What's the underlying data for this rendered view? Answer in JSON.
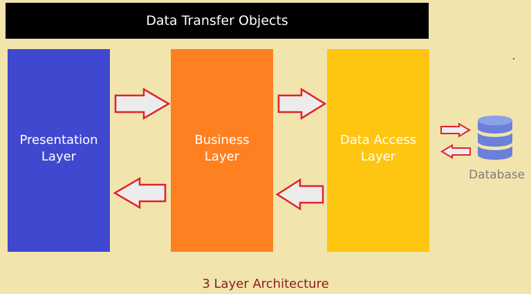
{
  "banner": {
    "title": "Data Transfer Objects"
  },
  "layers": [
    {
      "line1": "Presentation",
      "line2": "Layer",
      "color": "#4048d0"
    },
    {
      "line1": "Business",
      "line2": "Layer",
      "color": "#ff8020"
    },
    {
      "line1": "Data Access",
      "line2": "Layer",
      "color": "#fec610"
    }
  ],
  "database": {
    "label": "Database",
    "icon": "database-icon",
    "color": "#6b80d8"
  },
  "arrows": {
    "fill": "#ececec",
    "stroke": "#e0202a"
  },
  "caption": "3 Layer Architecture"
}
